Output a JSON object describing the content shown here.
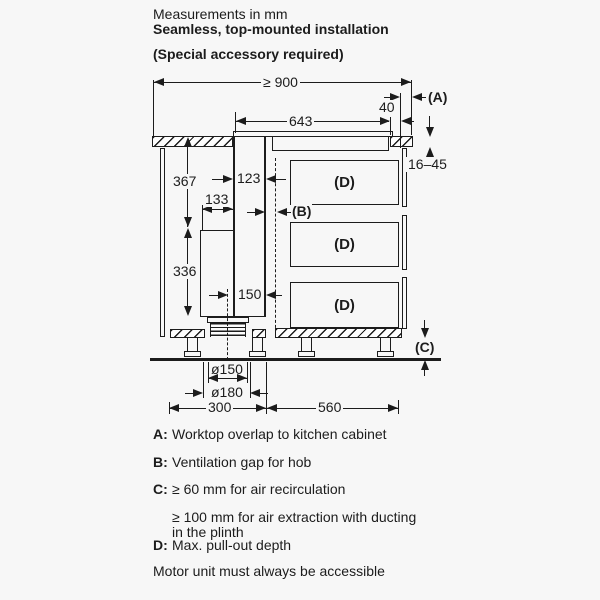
{
  "header": {
    "line1": "Measurements in mm",
    "line2": "Seamless, top-mounted installation",
    "line3": "(Special accessory required)"
  },
  "dims": {
    "overall_width": "≥ 900",
    "overlap_gap": "40",
    "appliance_width": "643",
    "upper_height": "367",
    "duct_width": "123",
    "motor_offset": "133",
    "lower_height": "336",
    "outlet_offset": "150",
    "worktop_thickness": "16–45",
    "duct_diameter": "ø150",
    "flange_diameter": "ø180",
    "left_depth": "300",
    "right_depth": "560"
  },
  "refs": {
    "A": "(A)",
    "B": "(B)",
    "C": "(C)",
    "D": "(D)"
  },
  "legend": [
    {
      "key": "A:",
      "text": "Worktop overlap to kitchen cabinet"
    },
    {
      "key": "B:",
      "text": "Ventilation gap for hob"
    },
    {
      "key": "C:",
      "text": "≥ 60 mm for air recirculation"
    },
    {
      "key": "",
      "text": "≥ 100 mm for air extraction with ducting",
      "text2": "in the plinth"
    },
    {
      "key": "D:",
      "text": "Max. pull-out depth"
    }
  ],
  "note": "Motor unit must always be accessible",
  "colors": {
    "ink": "#1c1c1c",
    "background": "#f7f7f7"
  }
}
